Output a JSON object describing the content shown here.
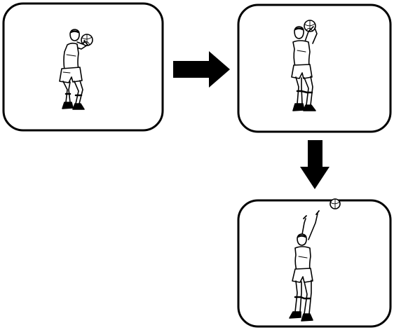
{
  "diagram": {
    "type": "jump-shot-sequence",
    "panels": [
      {
        "step": 1,
        "phase": "set",
        "figure": "player-crouched-ball-at-face"
      },
      {
        "step": 2,
        "phase": "rise",
        "figure": "player-standing-ball-overhead"
      },
      {
        "step": 3,
        "phase": "release",
        "figure": "player-arms-extended-ball-released"
      }
    ],
    "arrows": [
      {
        "from": 1,
        "to": 2,
        "direction": "right"
      },
      {
        "from": 2,
        "to": 3,
        "direction": "down"
      }
    ],
    "colors": {
      "ink": "#000000",
      "paper": "#ffffff"
    }
  }
}
